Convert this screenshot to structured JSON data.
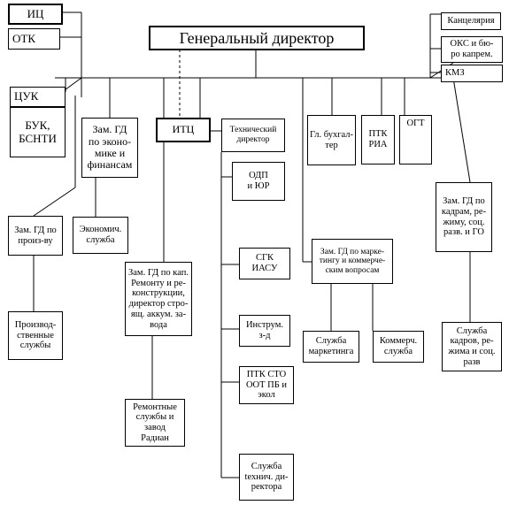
{
  "org_chart": {
    "boxes": {
      "ic": "ИЦ",
      "otk": "ОТК",
      "general_director": "Генеральный директор",
      "chancellery": "Канцелярия",
      "oks": "ОКС и бю-\nро капрем.",
      "kmz": "КМЗ",
      "tsuk": "ЦУК",
      "buk": "БУК,\nБСНТИ",
      "deputy_economics": "Зам. ГД\nпо эконо-\nмике и\nфинансам",
      "itc": "ИТЦ",
      "technical_director": "Технический\nдиректор",
      "chief_accountant": "Гл. бухгал-\nтер",
      "ptk_ria": "ПТК\nРИА",
      "ogt": "ОГТ",
      "odp": "ОДП\nи ЮР",
      "deputy_hr": "Зам. ГД по\nкадрам, ре-\nжиму, соц.\nразв. и ГО",
      "deputy_production": "Зам. ГД по\nпроиз-ву",
      "economic_service": "Экономич.\nслужба",
      "sgk": "СГК\nИАСУ",
      "deputy_marketing": "Зам. ГД по марке-\nтингу и коммерче-\nским вопросам",
      "deputy_repair": "Зам. ГД по кап.\nРемонту и ре-\nконструкции,\nдиректор стро-\nящ. аккум. за-\nвода",
      "production_services": "Производ-\nственные\nслужбы",
      "tool_plant": "Инструм.\nз-д",
      "marketing_service": "Служба\nмаркетинга",
      "commercial_service": "Коммерч.\nслужба",
      "hr_service": "Служба\nкадров, ре-\nжима и соц.\nразв",
      "ptk_sto": "ПТК СТО\nООТ ПБ и\nэкол",
      "repair_services": "Ремонтные\nслужбы и\nзавод\nРадиан",
      "tech_director_service": "Служба\ntехнич. ди-\nректора"
    }
  }
}
